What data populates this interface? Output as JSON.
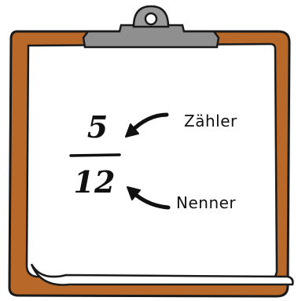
{
  "fraction": {
    "numerator": "5",
    "denominator": "12"
  },
  "labels": {
    "numerator_label": "Zähler",
    "denominator_label": "Nenner"
  },
  "colors": {
    "board": "#b8692a",
    "board_outline": "#1a1a1a",
    "paper": "#ffffff",
    "clip_metal": "#8f8f8f",
    "ink": "#111111"
  },
  "icons": {
    "clipboard": "clipboard-icon",
    "clip": "metal-clip-icon",
    "arrow_to_numerator": "curved-arrow-icon",
    "arrow_to_denominator": "curved-arrow-icon"
  }
}
